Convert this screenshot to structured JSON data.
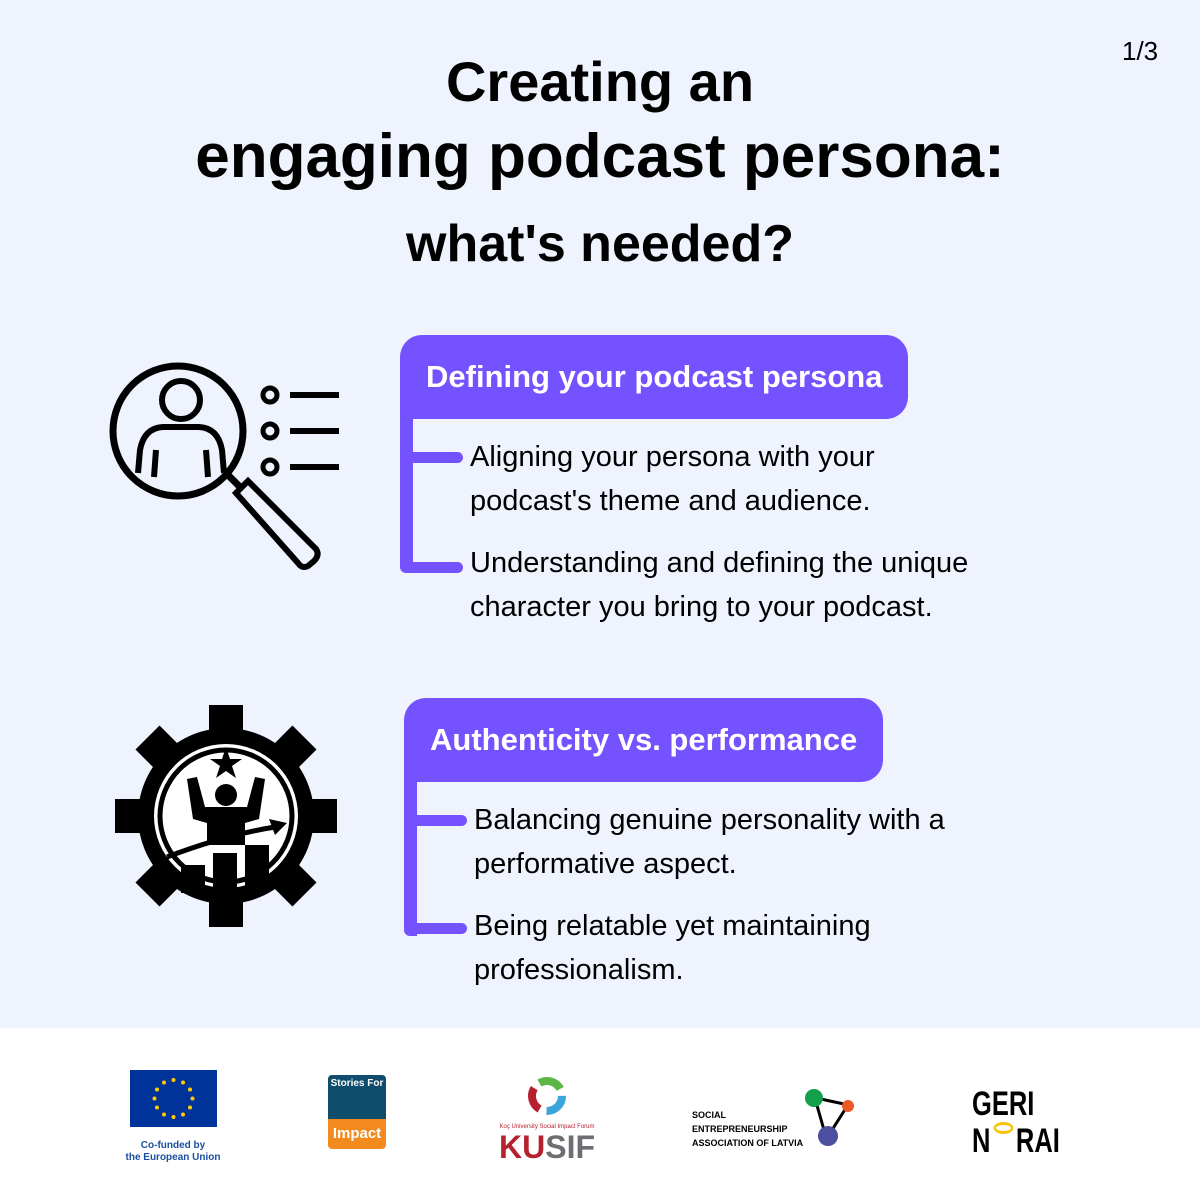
{
  "page_number": "1/3",
  "title": {
    "line1": "Creating an",
    "line2": "engaging podcast persona:",
    "line3": "what's needed?"
  },
  "sections": [
    {
      "heading": "Defining your podcast persona",
      "icon": "search-person-icon",
      "bullets": [
        "Aligning your persona with your podcast's theme and audience.",
        "Understanding and defining the unique character you bring to your podcast."
      ]
    },
    {
      "heading": "Authenticity vs. performance",
      "icon": "gear-achievement-icon",
      "bullets": [
        "Balancing genuine personality with a performative aspect.",
        "Being relatable yet maintaining professionalism."
      ]
    }
  ],
  "accent_color": "#7552ff",
  "footer": {
    "eu": {
      "line1": "Co-funded by",
      "line2": "the European Union"
    },
    "stories": {
      "top": "Stories For",
      "bottom": "Impact"
    },
    "kusif": {
      "small": "Koç University Social Impact Forum",
      "main_ku": "KU",
      "main_sif": "SIF"
    },
    "latvia": {
      "line1": "SOCIAL",
      "line2": "ENTREPRENEURSHIP",
      "line3": "ASSOCIATION OF LATVIA"
    },
    "gerinorai": {
      "line1": "GERI",
      "line2a": "N",
      "line2b": "RAI"
    }
  }
}
